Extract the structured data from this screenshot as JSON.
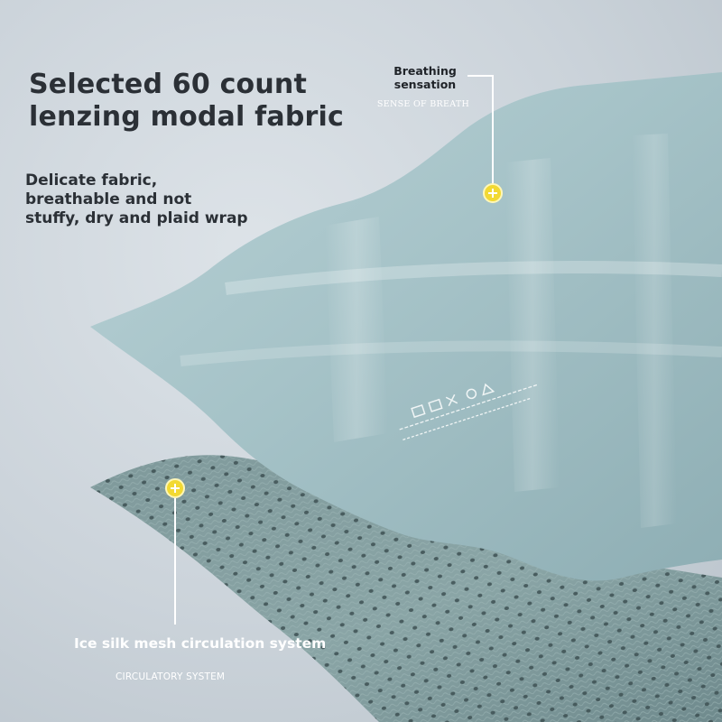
{
  "headline": {
    "line1": "Selected 60 count",
    "line2": "lenzing modal fabric"
  },
  "description": {
    "line1": "Delicate fabric,",
    "line2": "breathable and not",
    "line3": "stuffy, dry and plaid wrap"
  },
  "callout_breathing": {
    "label_line1": "Breathing",
    "label_line2": "sensation",
    "subtitle": "SENSE OF BREATH"
  },
  "callout_mesh": {
    "label": "Ice silk mesh circulation system",
    "subtitle": "CIRCULATORY SYSTEM"
  },
  "colors": {
    "background": "#cbd3da",
    "fabric_top": "#9fbcc2",
    "mesh": "#849d9f",
    "marker": "#f2d933",
    "text_dark": "#2b3036",
    "text_light": "#ffffff"
  }
}
